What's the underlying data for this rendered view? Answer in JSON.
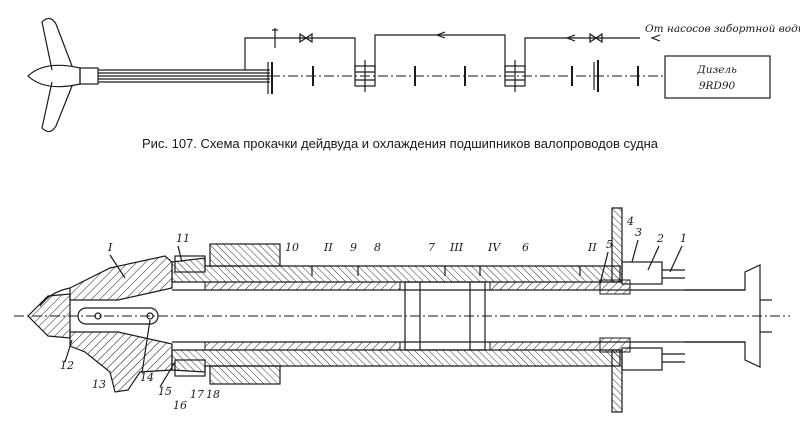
{
  "caption": "Рис. 107. Схема прокачки дейдвуда и охлаждения подшипников валопроводов судна",
  "scheme": {
    "water_source": "От насосов забортной воды",
    "engine_line1": "Дизель",
    "engine_line2": "9RD90"
  },
  "section_labels": {
    "n1": "1",
    "n2": "2",
    "n3": "3",
    "n4": "4",
    "n5": "5",
    "n6": "6",
    "n7": "7",
    "n8": "8",
    "n9": "9",
    "n10": "10",
    "n11": "11",
    "n12": "12",
    "n13": "13",
    "n14": "14",
    "n15": "15",
    "n16": "16",
    "n17": "17",
    "n18": "18",
    "r1": "I",
    "r2": "II",
    "r3": "III",
    "r4": "IV",
    "r2b": "II"
  }
}
